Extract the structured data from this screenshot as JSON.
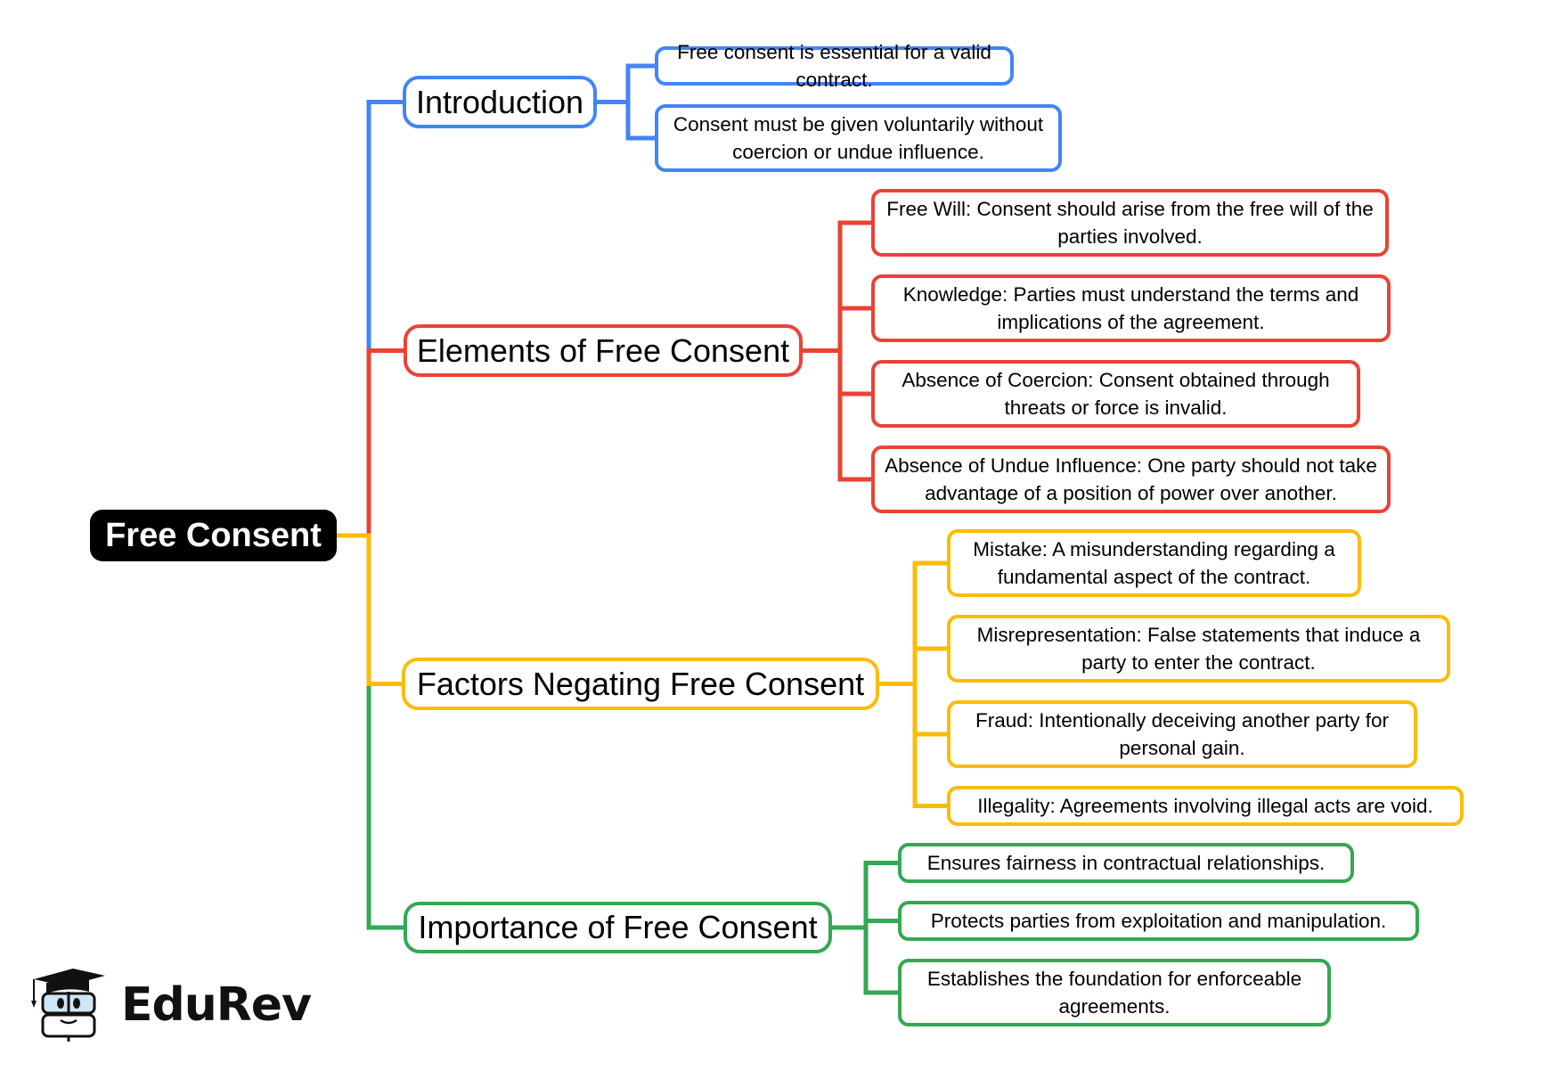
{
  "diagram": {
    "root": {
      "label": "Free Consent"
    },
    "colors": {
      "root_bg": "#000000",
      "blue": "#4285F4",
      "red": "#EA4335",
      "yellow": "#FBBC05",
      "green": "#34A853"
    },
    "branches": [
      {
        "label": "Introduction",
        "color": "blue",
        "children": [
          "Free consent is essential for a valid contract.",
          "Consent must be given voluntarily without coercion or undue influence."
        ]
      },
      {
        "label": "Elements of Free Consent",
        "color": "red",
        "children": [
          "Free Will: Consent should arise from the free will of the parties involved.",
          "Knowledge: Parties must understand the terms and implications of the agreement.",
          "Absence of Coercion: Consent obtained through threats or force is invalid.",
          "Absence of Undue Influence: One party should not take advantage of a position of power over another."
        ]
      },
      {
        "label": "Factors Negating Free Consent",
        "color": "yellow",
        "children": [
          "Mistake: A misunderstanding regarding a fundamental aspect of the contract.",
          "Misrepresentation: False statements that induce a party to enter the contract.",
          "Fraud: Intentionally deceiving another party for personal gain.",
          "Illegality: Agreements involving illegal acts are void."
        ]
      },
      {
        "label": "Importance of Free Consent",
        "color": "green",
        "children": [
          "Ensures fairness in contractual relationships.",
          "Protects parties from exploitation and manipulation.",
          "Establishes the foundation for enforceable agreements."
        ]
      }
    ]
  },
  "branding": {
    "logo_text": "EduRev",
    "logo_icon": "graduation-cap-mascot-icon"
  }
}
